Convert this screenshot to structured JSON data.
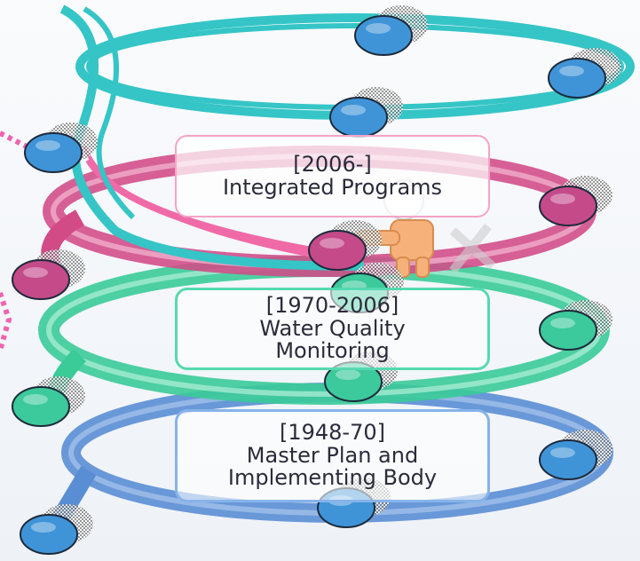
{
  "diagram": {
    "colors": {
      "background": "#f6f8fb",
      "cyan_ring": "#33c6c6",
      "pink_ring": "#d9508d",
      "green_ring": "#37c994",
      "blue_ring": "#4f84d0",
      "node_blue": "#3f94d8",
      "node_pink": "#c54a8a",
      "node_green": "#3cc99b",
      "dotted_pink": "#f063b0",
      "figure": "#f6b079"
    },
    "stages": [
      {
        "period": "[2006-]",
        "line1": "Integrated Programs",
        "line2": "",
        "accent": "#f4a4c7"
      },
      {
        "period": "[1970-2006]",
        "line1": "Water Quality",
        "line2": "Monitoring",
        "accent": "#56d9b0"
      },
      {
        "period": "[1948-70]",
        "line1": "Master Plan and",
        "line2": "Implementing Body",
        "accent": "#86b3ea"
      }
    ],
    "icons": {
      "figure": "person-pushing-icon",
      "node": "sphere-node-icon"
    }
  }
}
